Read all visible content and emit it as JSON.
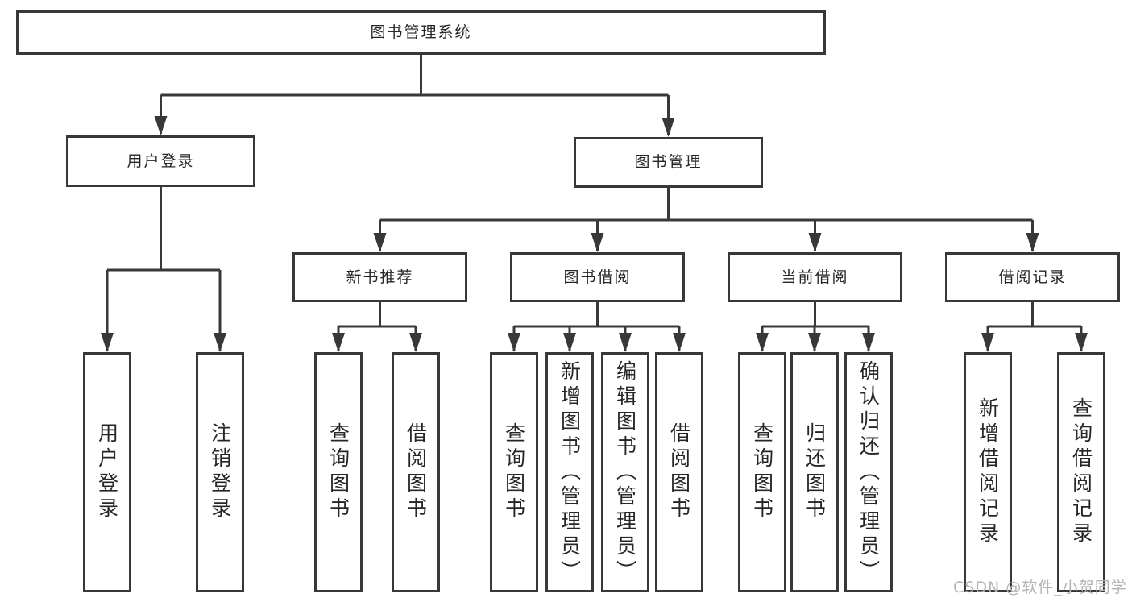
{
  "diagram": {
    "root": {
      "label": "图书管理系统"
    },
    "branches": [
      {
        "label": "用户登录",
        "children": [
          "用户登录",
          "注销登录"
        ]
      },
      {
        "label": "图书管理",
        "sections": [
          {
            "label": "新书推荐",
            "children": [
              "查询图书",
              "借阅图书"
            ]
          },
          {
            "label": "图书借阅",
            "children": [
              "查询图书",
              "新增图书（管理员）",
              "编辑图书（管理员）",
              "借阅图书"
            ]
          },
          {
            "label": "当前借阅",
            "children": [
              "查询图书",
              "归还图书",
              "确认归还（管理员）"
            ]
          },
          {
            "label": "借阅记录",
            "children": [
              "新增借阅记录",
              "查询借阅记录"
            ]
          }
        ]
      }
    ]
  },
  "watermark": "CSDN @软件_小贺同学",
  "colors": {
    "line": "#383838",
    "text": "#262626",
    "watermark": "#b3b3b3",
    "background": "#ffffff"
  }
}
